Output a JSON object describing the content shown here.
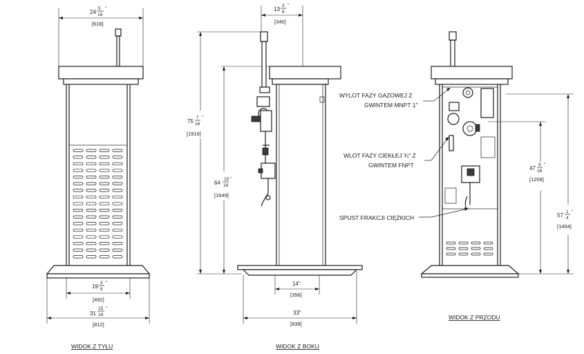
{
  "views": {
    "rear": "WIDOK Z TYŁU",
    "side": "WIDOK Z BOKU",
    "front": "WIDOK Z PRZODU"
  },
  "dimensions": {
    "rear_top_width": {
      "whole": "24",
      "num": "5",
      "den": "16",
      "unit": "\"",
      "mm": "[618]"
    },
    "rear_inner_width": {
      "whole": "19",
      "num": "3",
      "den": "8",
      "unit": "\"",
      "mm": "[492]"
    },
    "rear_base_width": {
      "whole": "31",
      "num": "15",
      "den": "16",
      "unit": "\"",
      "mm": "[812]"
    },
    "side_top_width": {
      "whole": "13",
      "num": "3",
      "den": "8",
      "unit": "\"",
      "mm": "[340]"
    },
    "side_total_height": {
      "whole": "75",
      "num": "7",
      "den": "16",
      "unit": "\"",
      "mm": "[1916]"
    },
    "side_cabinet_height": {
      "whole": "64",
      "num": "15",
      "den": "16",
      "unit": "\"",
      "mm": "[1649]"
    },
    "side_inner_width": {
      "label": "14\"",
      "mm": "[356]"
    },
    "side_base_width": {
      "label": "33\"",
      "mm": "[838]"
    },
    "front_liquid_height": {
      "whole": "47",
      "num": "9",
      "den": "16",
      "unit": "\"",
      "mm": "[1208]"
    },
    "front_gas_height": {
      "whole": "57",
      "num": "1",
      "den": "4",
      "unit": "\"",
      "mm": "[1454]"
    }
  },
  "callouts": {
    "gas_outlet_line1": "WYLOT FAZY GAZOWEJ Z",
    "gas_outlet_line2": "GWINTEM MNPT 1\"",
    "liquid_inlet_line1": "WLOT FAZY CIEKŁEJ ¾\" Z",
    "liquid_inlet_line2": "GWINTEM FNPT",
    "heavy_drain": "SPUST FRAKCJI CIĘŻKICH"
  }
}
